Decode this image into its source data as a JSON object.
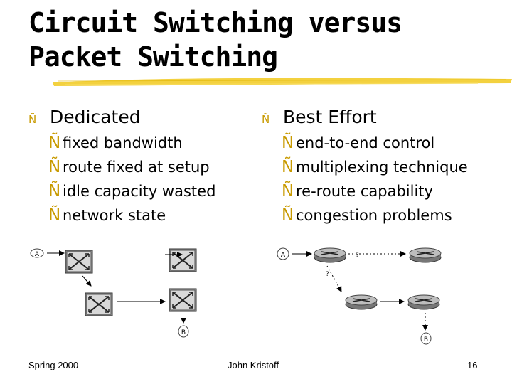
{
  "slide": {
    "title_line1": "Circuit Switching versus",
    "title_line2": "Packet Switching"
  },
  "colors": {
    "accent": "#f2cc2a",
    "bullet": "#c89a00"
  },
  "left_column": {
    "heading": "Dedicated",
    "bullet_glyph": "Ñ",
    "sub_glyph": "Ñ",
    "items": [
      "fixed bandwidth",
      "route fixed at setup",
      "idle capacity wasted",
      "network state"
    ]
  },
  "right_column": {
    "heading": "Best Effort",
    "bullet_glyph": "Ñ",
    "sub_glyph": "Ñ",
    "items": [
      "end-to-end control",
      "multiplexing technique",
      "re-route capability",
      "congestion problems"
    ]
  },
  "circuit_diagram": {
    "host_a": "A",
    "host_b": "B",
    "node_icon": "circuit-switch-icon"
  },
  "packet_diagram": {
    "host_a": "A",
    "host_b": "B",
    "path_marker": "?",
    "node_icon": "router-icon"
  },
  "footer": {
    "left": "Spring 2000",
    "center": "John Kristoff",
    "page_number": "16"
  }
}
